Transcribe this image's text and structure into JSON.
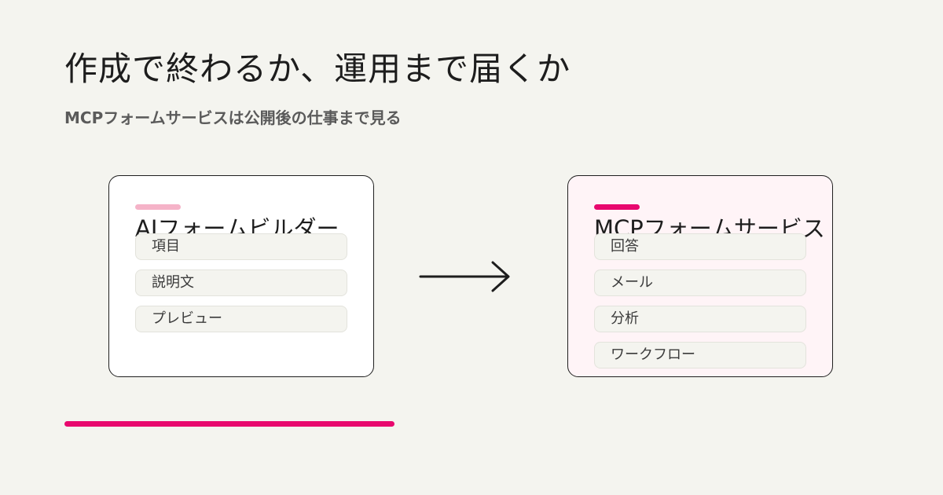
{
  "header": {
    "title": "作成で終わるか、運用まで届くか",
    "subtitle": "MCPフォームサービスは公開後の仕事まで見る"
  },
  "left_card": {
    "title": "AIフォームビルダー",
    "items": [
      "項目",
      "説明文",
      "プレビュー"
    ]
  },
  "right_card": {
    "title": "MCPフォームサービス",
    "items": [
      "回答",
      "メール",
      "分析",
      "ワークフロー"
    ]
  },
  "icons": {
    "arrow": "arrow-right-icon"
  },
  "colors": {
    "background": "#f4f4ef",
    "accent": "#e8086e",
    "accent_light": "#f5b3c8",
    "right_card_bg": "#fff4f7",
    "text": "#1d1d1d"
  }
}
